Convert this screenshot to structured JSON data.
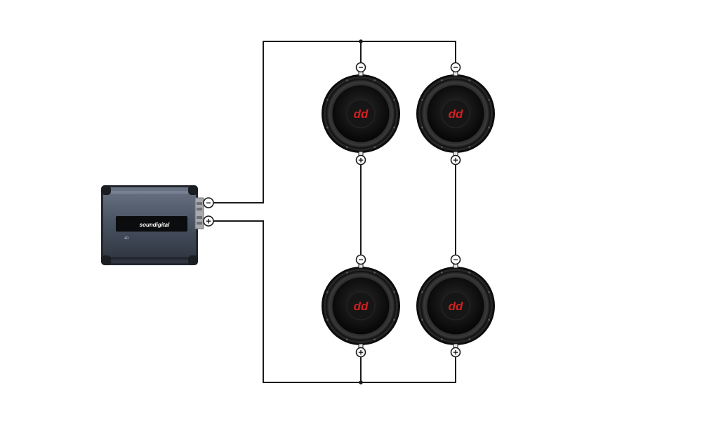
{
  "amplifier": {
    "brand_logo": "soundigital",
    "model_text": "4Ω",
    "negative_symbol": "−",
    "positive_symbol": "+"
  },
  "speakers": {
    "logo_text": "dd",
    "terminal_negative": "−",
    "terminal_positive": "+",
    "count": 4
  },
  "colors": {
    "background": "#ffffff",
    "wire": "#1a1a1a",
    "amp_body": "#4a5566",
    "speaker_cone": "#0f0f0f",
    "logo_red": "#d21f1f"
  }
}
